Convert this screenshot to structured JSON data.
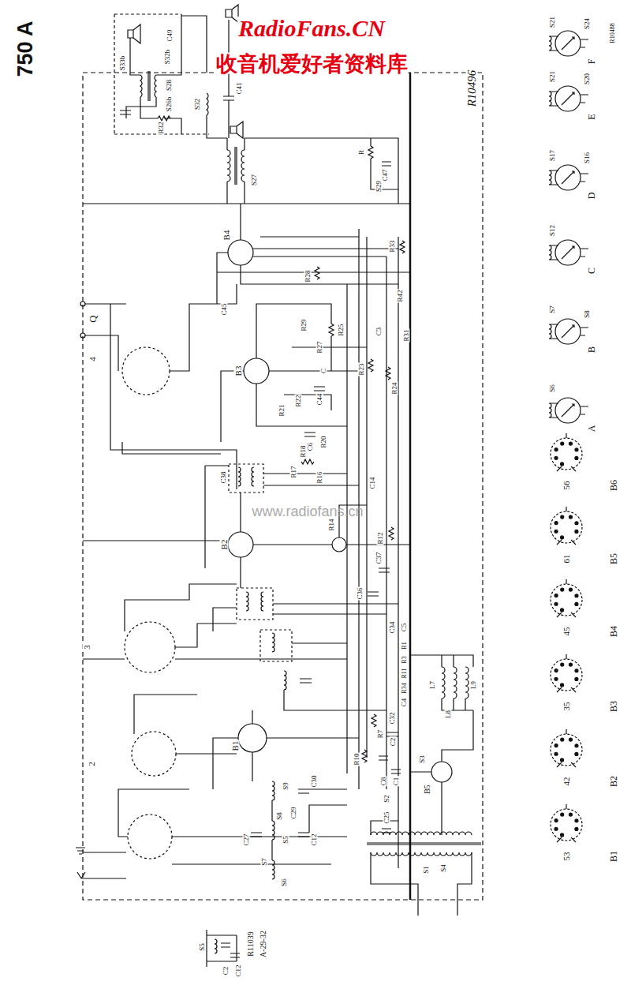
{
  "diagram": {
    "nodes": [
      {
        "text": [
          "F"
        ]
      },
      {
        "text": [
          "E"
        ]
      },
      {
        "text": [
          "D"
        ]
      },
      {
        "text": [
          "C"
        ]
      },
      {
        "text": [
          "B"
        ]
      },
      {
        "text": [
          "A"
        ]
      },
      {
        "text": [
          "56",
          "B6"
        ]
      },
      {
        "text": [
          "61",
          "B5"
        ]
      },
      {
        "text": [
          "45",
          "B4"
        ]
      },
      {
        "text": [
          "35",
          "B3"
        ]
      },
      {
        "text": [
          "42",
          "B2"
        ]
      },
      {
        "text": [
          "53",
          "B1"
        ]
      }
    ],
    "labels": [
      "RadioFans.CN",
      "收音机爱好者资料库",
      "750 A",
      "R10496",
      "www.radiofans.cn",
      "Q",
      "4",
      "3",
      "2",
      "S32",
      "C41",
      "S27",
      "R",
      "C47",
      "S29",
      "B4",
      "R33",
      "R28",
      "C45",
      "R29",
      "R27",
      "R25",
      "R42",
      "C3",
      "R31",
      "B3",
      "R23",
      "R24",
      "C",
      "R21",
      "R22",
      "C44",
      "R20",
      "C6",
      "R17",
      "R18",
      "R16",
      "C14",
      "R14",
      "C38",
      "B2",
      "R12",
      "C37",
      "C36",
      "C34",
      "C5",
      "R1",
      "R3",
      "R11",
      "R34",
      "C4",
      "C32",
      "R7",
      "C2",
      "B1",
      "R10",
      "C8",
      "C1",
      "S3",
      "B5",
      "S2",
      "C25",
      "S1",
      "S4",
      "L7",
      "L8",
      "L9",
      "C30",
      "S9",
      "C12",
      "S5",
      "C27",
      "S7",
      "C29",
      "S8",
      "S6",
      "C49",
      "S32b",
      "S33b",
      "S28",
      "S26b",
      "R32",
      "S5",
      "C2",
      "C12",
      "R11039",
      "A-29-32",
      "S6",
      "S7",
      "S8",
      "S12",
      "S16",
      "S17",
      "S21",
      "S20",
      "S21",
      "S24",
      "R10488"
    ]
  }
}
